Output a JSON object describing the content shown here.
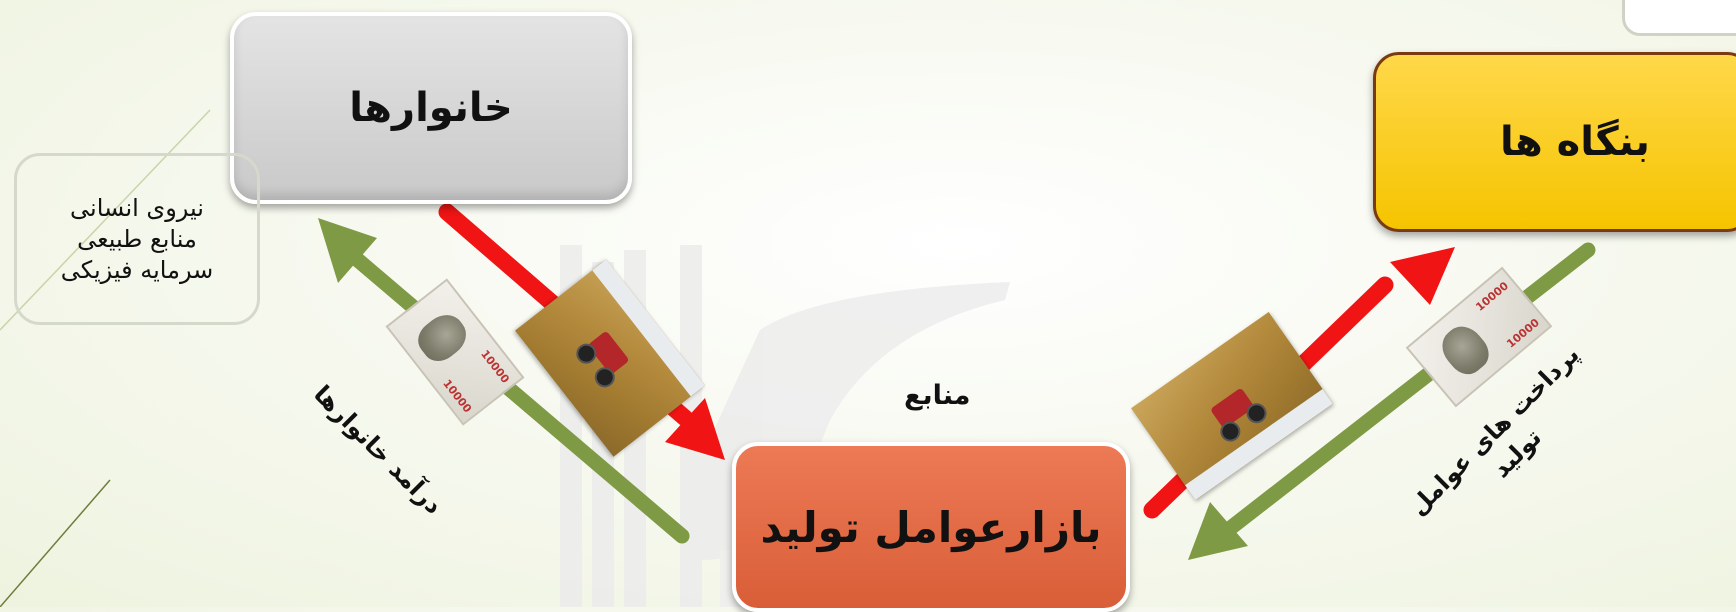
{
  "diagram": {
    "nodes": {
      "households": "خانوارها",
      "firms": "بنگاه ها",
      "factor_market": "بازارعوامل تولید"
    },
    "resources_list": [
      "نیروی انسانی",
      "منابع طبیعی",
      "سرمایه فیزیکی"
    ],
    "labels": {
      "resources": "منابع",
      "household_income": "درآمد خانوارها",
      "factor_payments_line1": "پرداخت های عوامل",
      "factor_payments_line2": "تولید"
    },
    "banknote_value": "10000",
    "colors": {
      "resource_flow": "#f01414",
      "money_flow": "#7f9a45",
      "households_fill": "#d0d0d0",
      "firms_fill": "#ffd21a",
      "market_fill": "#e4694a"
    }
  }
}
